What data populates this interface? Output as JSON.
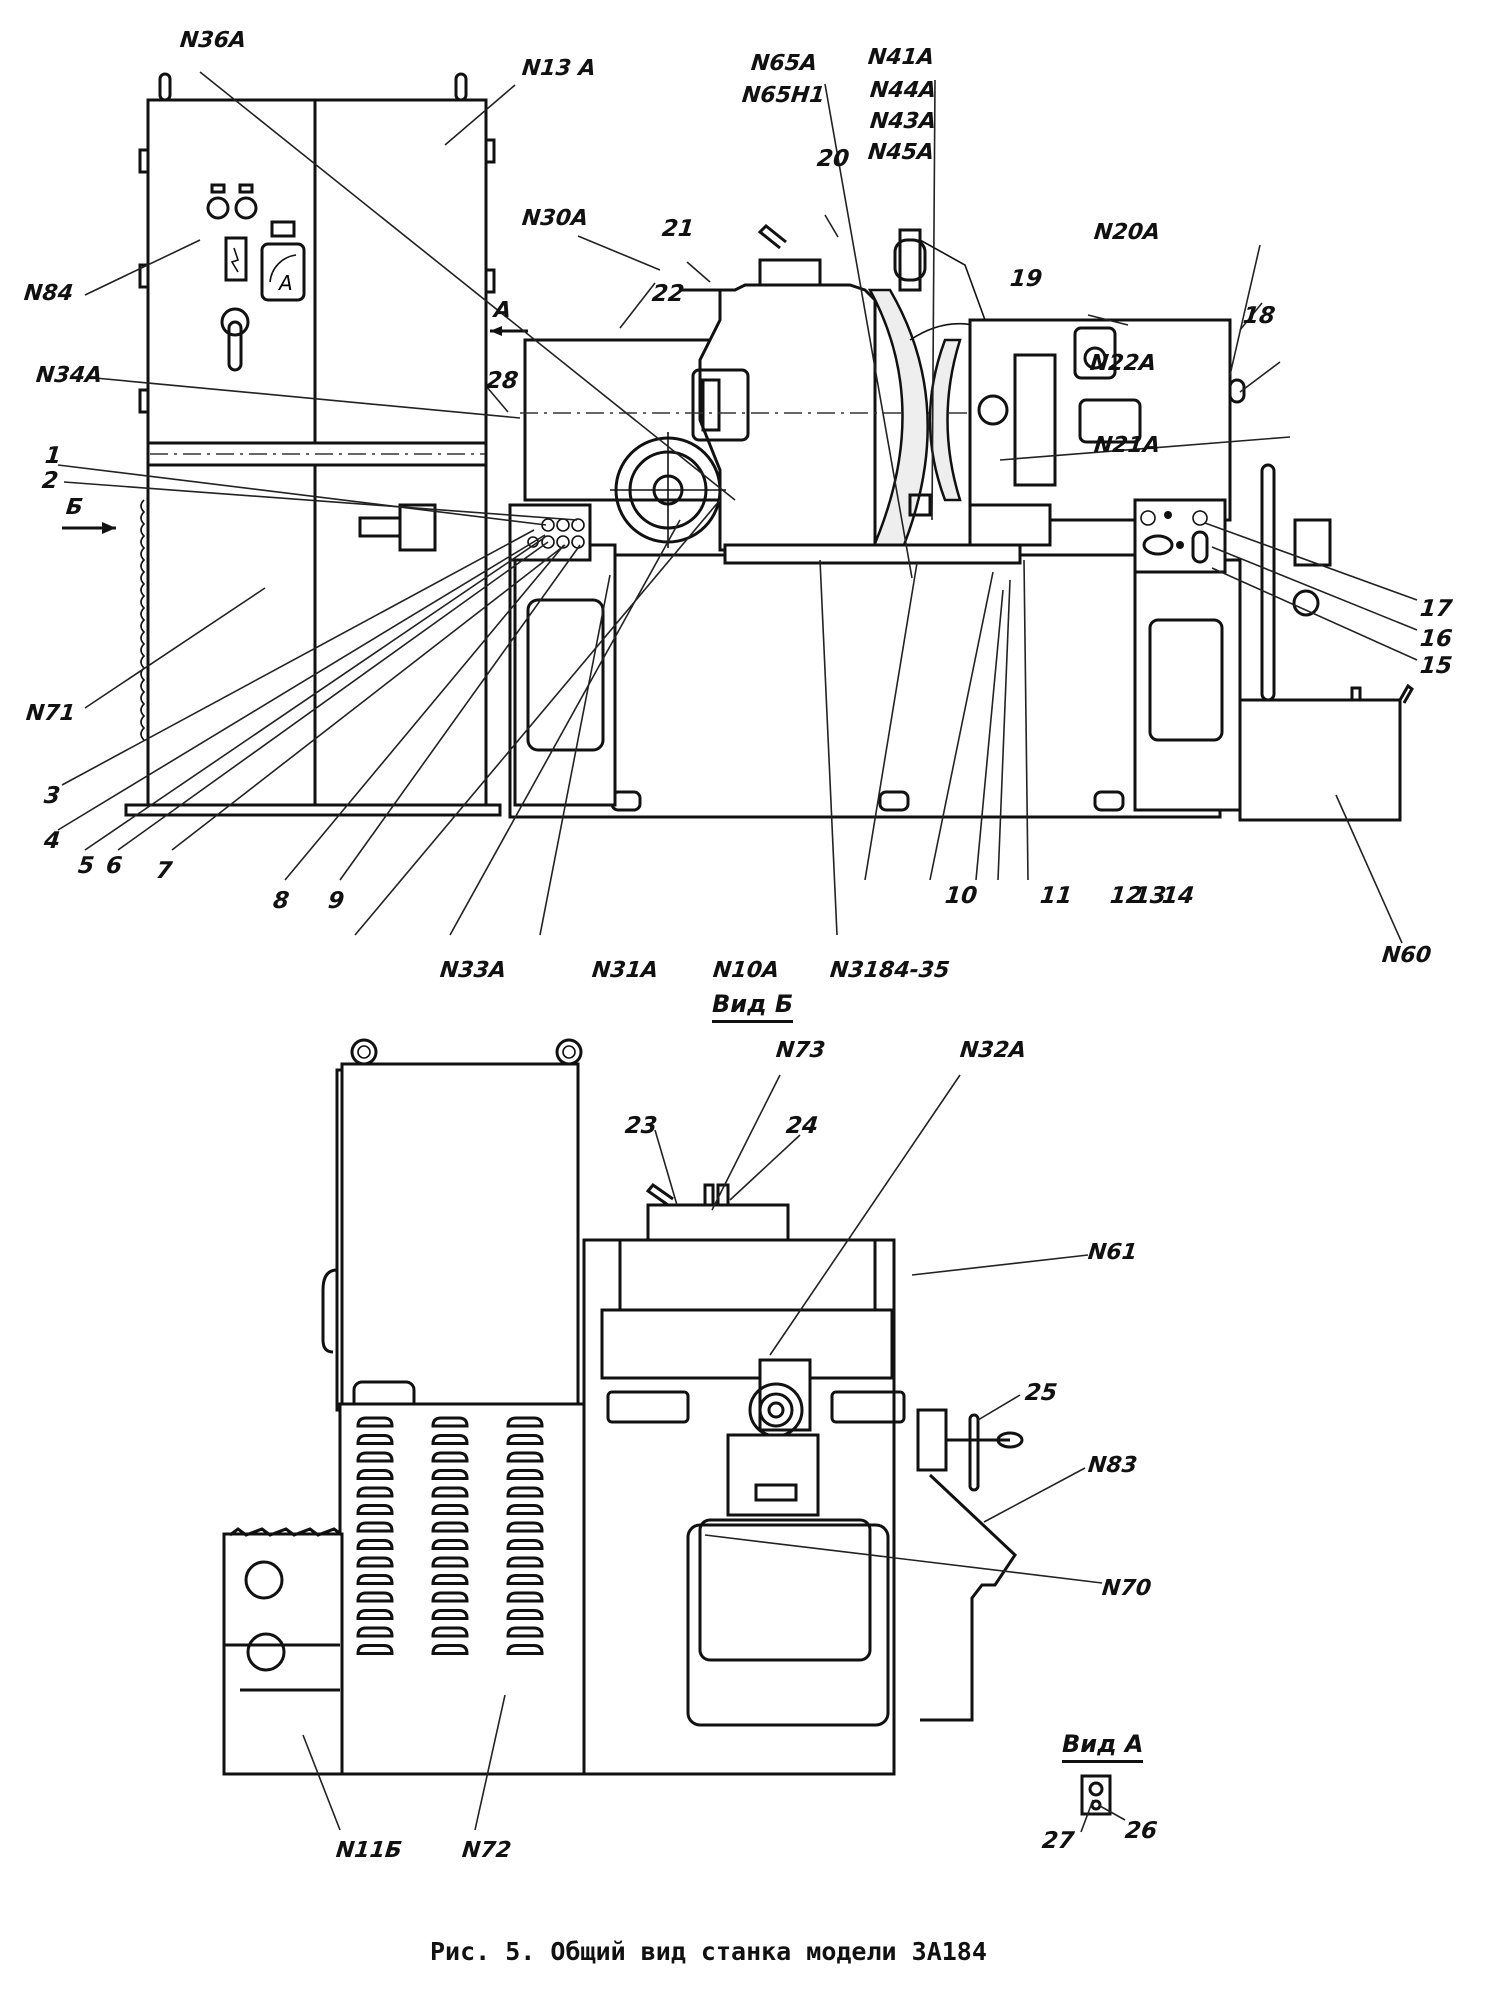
{
  "figure": {
    "caption": "Рис. 5. Общий вид станка модели 3А184",
    "view_b_title": "Вид Б",
    "view_a_title": "Вид А",
    "ammeter_glyph": "A",
    "arrow_a_label": "А",
    "arrow_b_label": "Б"
  },
  "main_view": {
    "labels": {
      "n36a": "N36A",
      "n13a": "N13 A",
      "n84": "N84",
      "n34a": "N34A",
      "n30a": "N30A",
      "n65a": "N65A",
      "n65h1": "N65H1",
      "n41a": "N41A",
      "n44a": "N44A",
      "n43a": "N43A",
      "n45a": "N45A",
      "n20a": "N20A",
      "n22a": "N22A",
      "n21a": "N21A",
      "n71": "N71",
      "n33a": "N33A",
      "n31a": "N31A",
      "n10a": "N10A",
      "n3184_35": "N3184-35",
      "n60": "N60"
    },
    "numbers": [
      "1",
      "2",
      "3",
      "4",
      "5",
      "6",
      "7",
      "8",
      "9",
      "10",
      "11",
      "12",
      "13",
      "14",
      "15",
      "16",
      "17",
      "18",
      "19",
      "20",
      "21",
      "22",
      "28"
    ]
  },
  "view_b": {
    "labels": {
      "n73": "N73",
      "n32a": "N32A",
      "n61": "N61",
      "n83": "N83",
      "n70": "N70",
      "n11b": "N11Б",
      "n72": "N72"
    },
    "numbers": [
      "23",
      "24",
      "25"
    ]
  },
  "view_a": {
    "numbers": [
      "26",
      "27"
    ]
  }
}
